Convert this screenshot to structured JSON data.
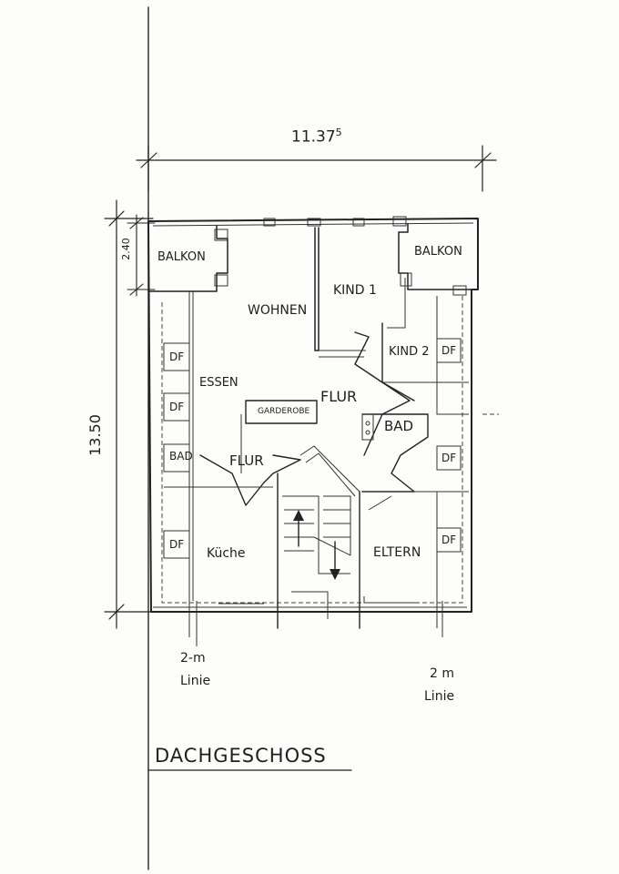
{
  "plan": {
    "title": "DACHGESCHOSS",
    "dimensions": {
      "width": "11.37",
      "width_sup": "5",
      "depth": "13.50",
      "balcony_depth": "2.40"
    },
    "rooms": {
      "balkon_left": "BALKON",
      "balkon_right": "BALKON",
      "wohnen": "WOHNEN",
      "kind1": "KIND 1",
      "kind2": "KIND 2",
      "essen": "ESSEN",
      "flur_upper": "FLUR",
      "flur_lower": "FLUR",
      "garderobe": "GARDEROBE",
      "bad_left": "BAD",
      "bad_right": "BAD",
      "kueche": "Küche",
      "eltern": "ELTERN"
    },
    "windows": {
      "df_label": "DF"
    },
    "notes": {
      "left_line_1": "2-m",
      "left_line_2": "Linie",
      "right_line_1": "2 m",
      "right_line_2": "Linie"
    }
  }
}
